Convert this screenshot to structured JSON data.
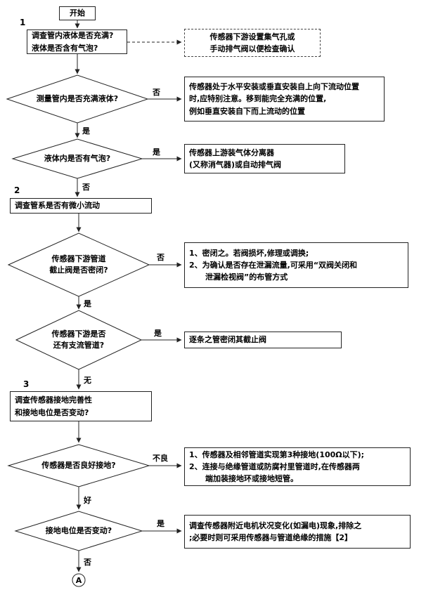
{
  "nodes": {
    "start": "开始",
    "label1": "1",
    "box1": "调查管内液体是否充满?\n液体是否含有气泡?",
    "note1": "传感器下游设置集气孔或\n手动排气阀以便检查确认",
    "d1": "测量管内是否充满液体?",
    "r1": "传感器处于水平安装或垂直安装自上向下流动位置\n时,应特别注意。移到能完全充满的位置,\n例如垂直安装自下而上流动的位置",
    "d2": "液体内是否有气泡?",
    "r2": "传感器上游装气体分离器\n(又称消气器)或自动排气阀",
    "label2": "2",
    "box2": "调查管系是否有微小流动",
    "d3": "传感器下游管道\n截止阀是否密闭?",
    "r3": "1、密闭之。若阀损坏,修理或调换;\n2、为确认是否存在泄漏流量,可采用“双阀关闭和\n      泄漏检视阀”的布管方式",
    "d4": "传感器下游是否\n还有支流管道?",
    "r4": "逐条之管密闭其截止阀",
    "label3": "3",
    "box3": "调查传感器接地完善性\n和接地电位是否变动?",
    "d5": "传感器是否良好接地?",
    "r5": "1、传感器及相邻管道实现第3种接地(100Ω以下);\n2、连接与绝缘管道或防腐衬里管道时,在传感器两\n      端加装接地环或接地短管。",
    "d6": "接地电位是否变动?",
    "r6": "调查传感器附近电机状况变化(如漏电)现象,排除之\n;必要时则可采用传感器与管道绝缘的措施【2】",
    "end": "A"
  },
  "edges": {
    "d1_no": "否",
    "d1_yes": "是",
    "d2_yes": "是",
    "d2_no": "否",
    "d3_no": "否",
    "d3_yes": "是",
    "d4_yes": "是",
    "d4_none": "无",
    "d5_bad": "不良",
    "d5_good": "好",
    "d6_yes": "是",
    "d6_no": "否"
  },
  "colors": {
    "line": "#222222",
    "background": "#ffffff"
  }
}
